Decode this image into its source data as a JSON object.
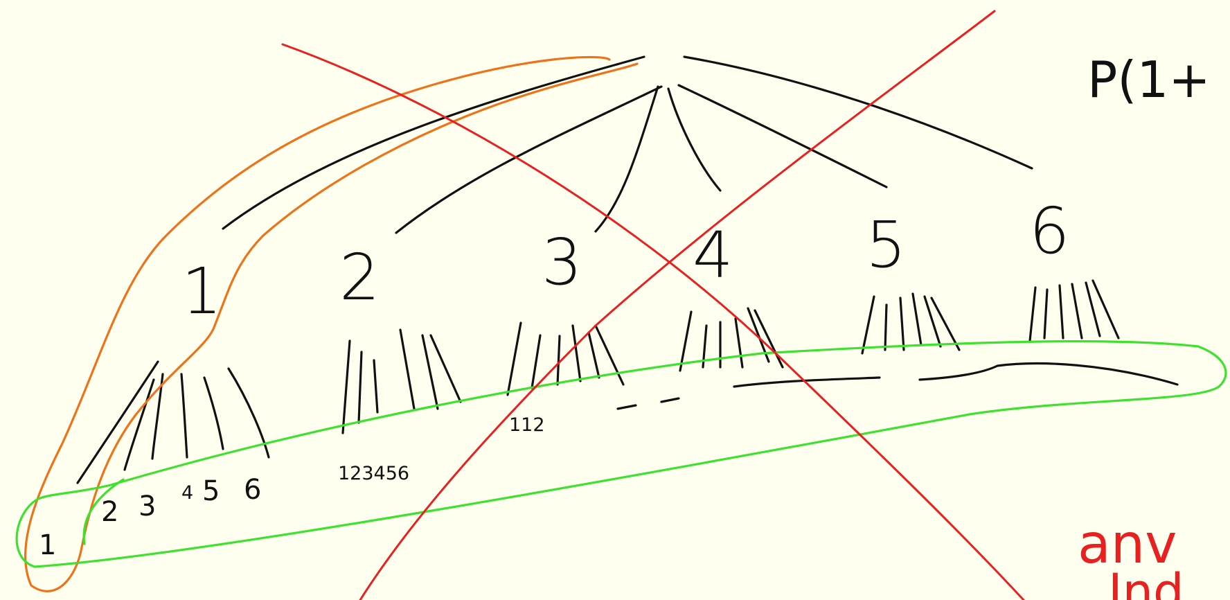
{
  "colors": {
    "background": "#fffff0",
    "tree_ink": "#111111",
    "cross_out": "#e82020",
    "orange_loop": "#ee7318",
    "green_loop": "#3ee12e"
  },
  "tree": {
    "level1_labels": [
      "1",
      "2",
      "3",
      "4",
      "5",
      "6"
    ],
    "level2_labels_under_1": [
      "1",
      "2",
      "3",
      "4",
      "5",
      "6"
    ],
    "level2_labels_under_2": "123456",
    "level2_labels_under_3": "112",
    "continuation_dashes": "- -"
  },
  "annotations": {
    "formula_partial": "P(1+",
    "red_note_partial": "anv",
    "red_note_line2_partial": "Ind"
  }
}
